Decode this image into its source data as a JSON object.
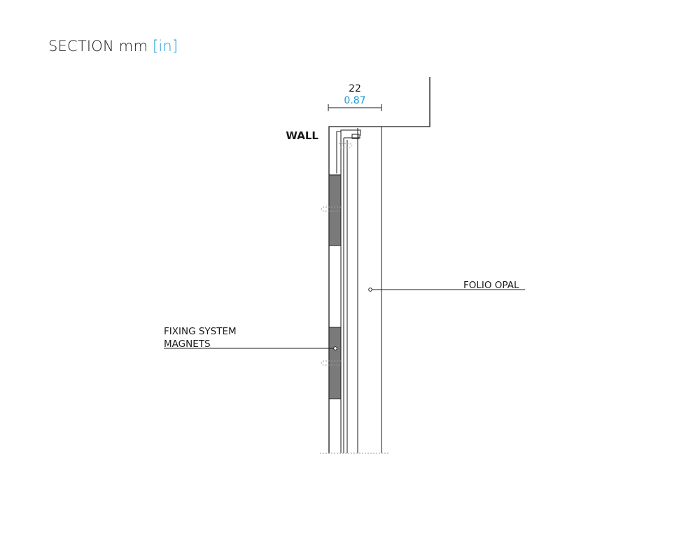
{
  "title": {
    "main": "SECTION mm",
    "alt_unit": "[in]"
  },
  "dimension": {
    "mm": "22",
    "in": "0.87"
  },
  "labels": {
    "wall": "WALL",
    "folio": "FOLIO OPAL",
    "fixing_line1": "FIXING SYSTEM",
    "fixing_line2": "MAGNETS"
  },
  "colors": {
    "imperial_accent": "#1a9bd7",
    "line": "#1a1a1a",
    "magnet_fill": "#7a7a7a",
    "hidden_line": "#9a9a9a"
  }
}
